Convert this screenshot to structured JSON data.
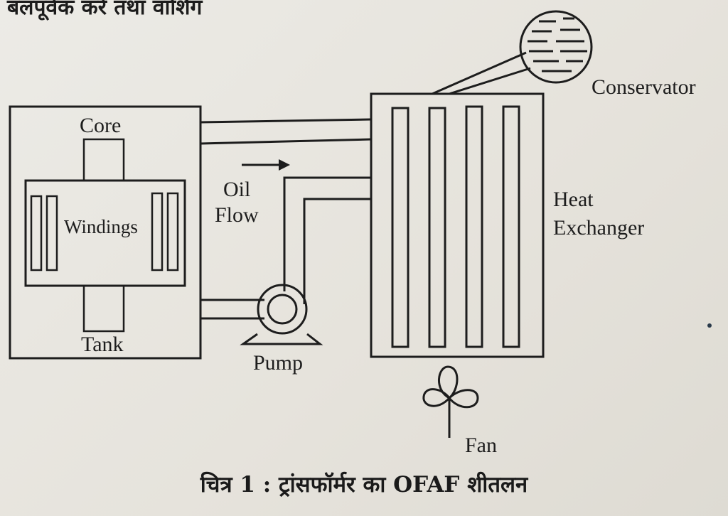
{
  "top_text": "बलपूर्वक करें तथा वाशिंग",
  "labels": {
    "core": "Core",
    "windings": "Windings",
    "tank": "Tank",
    "oil_flow_line1": "Oil",
    "oil_flow_line2": "Flow",
    "pump": "Pump",
    "heat_exchanger_line1": "Heat",
    "heat_exchanger_line2": "Exchanger",
    "conservator": "Conservator",
    "fan": "Fan"
  },
  "caption": "चित्र 1 : ट्रांसफॉर्मर का OFAF शीतलन",
  "colors": {
    "ink": "#1d1d1d",
    "paper": "#e9e6df"
  },
  "icons": [
    "arrow-right-icon",
    "fan-icon",
    "pump-icon",
    "conservator-tank-icon"
  ]
}
